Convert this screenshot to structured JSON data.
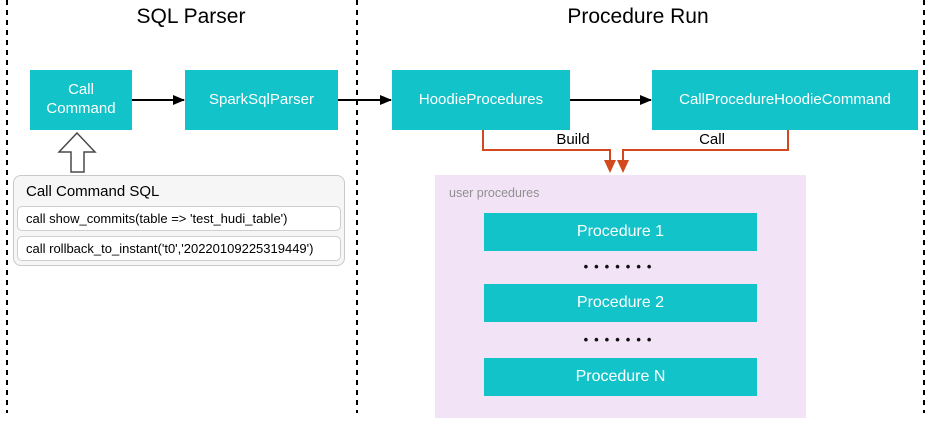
{
  "diagram": {
    "sections": {
      "sql_parser": {
        "title": "SQL Parser"
      },
      "procedure_run": {
        "title": "Procedure Run"
      }
    },
    "nodes": {
      "call_command": "Call Command",
      "spark_sql_parser": "SparkSqlParser",
      "hoodie_procedures": "HoodieProcedures",
      "call_procedure_hoodie_command": "CallProcedureHoodieCommand"
    },
    "edges": {
      "build_label": "Build",
      "call_label": "Call"
    },
    "sql_table": {
      "header": "Call Command SQL",
      "rows": [
        "call show_commits(table => 'test_hudi_table')",
        "call rollback_to_instant('t0','20220109225319449')"
      ]
    },
    "user_procedures": {
      "label": "user procedures",
      "items": [
        "Procedure 1",
        "Procedure 2",
        "Procedure N"
      ],
      "dots": "•••••••"
    },
    "colors": {
      "teal": "#12c3c9",
      "orange": "#d2491f",
      "panel_pink": "#f2e4f6",
      "table_gray": "#f6f6f6"
    }
  }
}
